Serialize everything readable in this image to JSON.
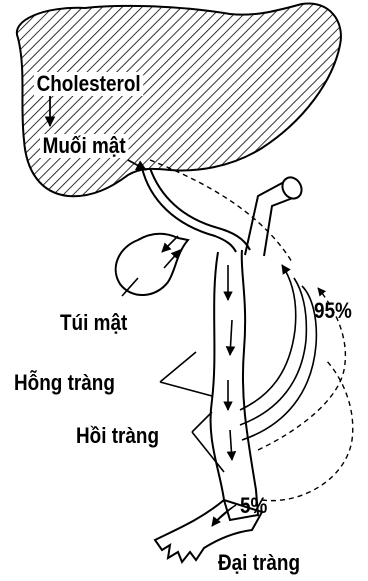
{
  "labels": {
    "cholesterol": "Cholesterol",
    "bile_salts": "Muối mật",
    "gallbladder": "Túi mật",
    "jejunum": "Hỗng tràng",
    "ileum": "Hồi tràng",
    "colon": "Đại tràng",
    "reabsorbed_pct": "95%",
    "lost_pct": "5%"
  },
  "colors": {
    "line": "#000000",
    "background": "#ffffff"
  }
}
